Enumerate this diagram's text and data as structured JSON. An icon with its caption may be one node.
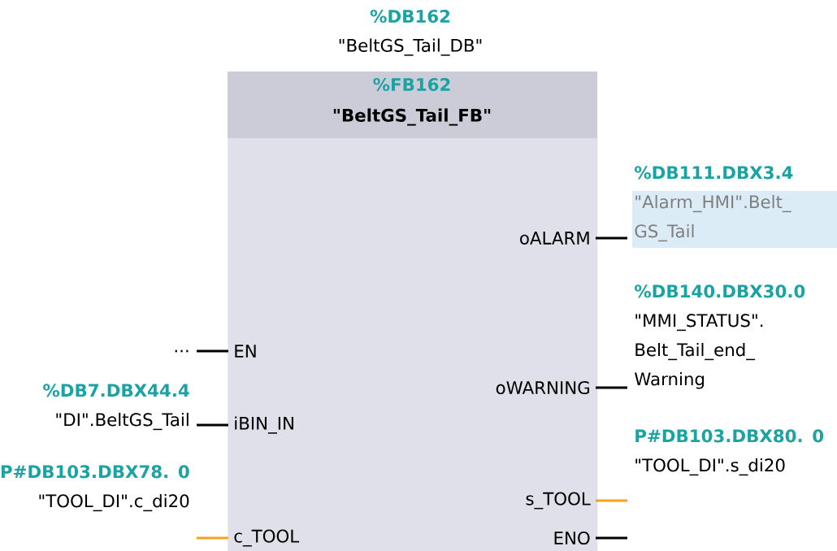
{
  "diagram": {
    "nodes": [
      {
        "text": [
          "%FB162",
          "\"BeltGS_Tail_FB\""
        ],
        "beside": [
          "%DB162",
          "\"BeltGS_Tail_DB\""
        ]
      },
      {
        "text": [
          "oALARM"
        ],
        "in": 0
      },
      {
        "text": [
          "EN"
        ],
        "in": 0
      },
      {
        "text": [
          "oWARNING"
        ],
        "in": 0
      },
      {
        "text": [
          "iBIN_IN"
        ],
        "in": 0
      },
      {
        "text": [
          "s_TOOL"
        ],
        "in": 0
      },
      {
        "text": [
          "c_TOOL"
        ],
        "in": 0
      },
      {
        "text": [
          "ENO"
        ],
        "in": 0
      },
      {
        "text": [
          "%DB111.DBX3.4",
          "\"Alarm_HMI\".Belt_ GS_Tail"
        ]
      },
      {
        "text": [
          "..."
        ]
      },
      {
        "text": [
          "%DB140.DBX30.0",
          "\"MMI_STATUS\". Belt_Tail_end_ Warning"
        ]
      },
      {
        "text": [
          "%DB7.DBX44.4",
          "\"DI\".BeltGS_Tail"
        ]
      },
      {
        "text": [
          "P#DB103.DBX80. 0",
          "\"TOOL_DI\".s_di20"
        ]
      },
      {
        "text": [
          "P#DB103.DBX78. 0",
          "\"TOOL_DI\".c_di20"
        ]
      }
    ],
    "edges": [
      {
        "from": 1,
        "to": 8,
        "arrow": "none"
      },
      {
        "from": 9,
        "to": 2,
        "arrow": "none"
      },
      {
        "from": 3,
        "to": 10,
        "arrow": "none"
      },
      {
        "from": 11,
        "to": 4,
        "arrow": "none"
      },
      {
        "from": 5,
        "to": 12,
        "arrow": "none",
        "color": "#f5a31a"
      },
      {
        "from": 13,
        "to": 6,
        "arrow": "none",
        "color": "#f5a31a"
      },
      {
        "from": 7,
        "to": null,
        "arrow": "none"
      }
    ]
  }
}
